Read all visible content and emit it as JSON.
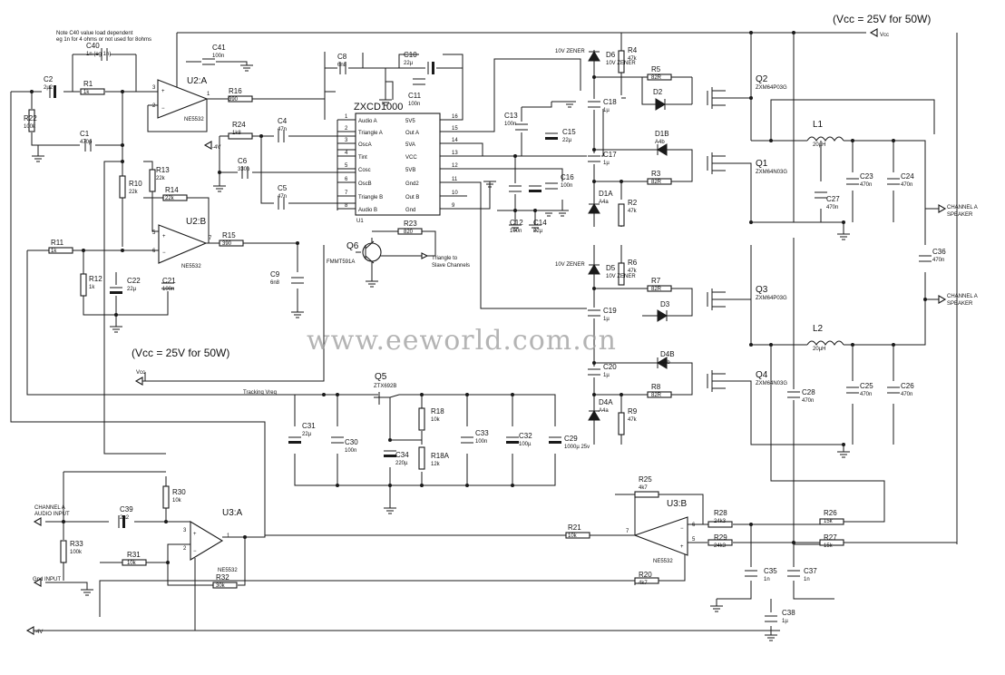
{
  "vcc_note_top": "(Vcc = 25V for 50W)",
  "vcc_note_mid": "(Vcc = 25V for 50W)",
  "note_c40_line1": "Note C40 value load dependent",
  "note_c40_line2": "eg 1n for 4 ohms or not used for 8ohms",
  "watermark": "www.eeworld.com.cn",
  "ic": {
    "name": "ZXCD1000",
    "ref": "U1",
    "left_pins": [
      {
        "num": "1",
        "label": "Audio A"
      },
      {
        "num": "2",
        "label": "Triangle A"
      },
      {
        "num": "3",
        "label": "OscA"
      },
      {
        "num": "4",
        "label": "Tint"
      },
      {
        "num": "5",
        "label": "Cosc"
      },
      {
        "num": "6",
        "label": "OscB"
      },
      {
        "num": "7",
        "label": "Triangle B"
      },
      {
        "num": "8",
        "label": "Audio B"
      }
    ],
    "right_pins": [
      {
        "num": "16",
        "label": "5V5"
      },
      {
        "num": "15",
        "label": "Out A"
      },
      {
        "num": "14",
        "label": "5VA"
      },
      {
        "num": "13",
        "label": "VCC"
      },
      {
        "num": "12",
        "label": "5VB"
      },
      {
        "num": "11",
        "label": "Gnd2"
      },
      {
        "num": "10",
        "label": "Out B"
      },
      {
        "num": "9",
        "label": "Gnd"
      }
    ]
  },
  "opamps": {
    "u2a": {
      "ref": "U2:A",
      "part": "NE5532"
    },
    "u2b": {
      "ref": "U2:B",
      "part": "NE5532"
    },
    "u3a": {
      "ref": "U3:A",
      "part": "NE5532"
    },
    "u3b": {
      "ref": "U3:B",
      "part": "NE5532"
    }
  },
  "components": {
    "C40": {
      "ref": "C40",
      "val": "1n (eg 1n)"
    },
    "C41": {
      "ref": "C41",
      "val": "100n"
    },
    "C2": {
      "ref": "C2",
      "val": "2µ2"
    },
    "R1": {
      "ref": "R1",
      "val": "1k"
    },
    "R22": {
      "ref": "R22",
      "val": "100k"
    },
    "C1": {
      "ref": "C1",
      "val": "470p"
    },
    "R16": {
      "ref": "R16",
      "val": "390"
    },
    "R24": {
      "ref": "R24",
      "val": "1k8"
    },
    "C4": {
      "ref": "C4",
      "val": "47n"
    },
    "C6": {
      "ref": "C6",
      "val": "330p"
    },
    "C5": {
      "ref": "C5",
      "val": "47n"
    },
    "R13": {
      "ref": "R13",
      "val": "22k"
    },
    "R10": {
      "ref": "R10",
      "val": "22k"
    },
    "R14": {
      "ref": "R14",
      "val": "22k"
    },
    "R15": {
      "ref": "R15",
      "val": "390"
    },
    "R11": {
      "ref": "R11",
      "val": "1k"
    },
    "R12": {
      "ref": "R12",
      "val": "1k"
    },
    "C22": {
      "ref": "C22",
      "val": "22µ"
    },
    "C21": {
      "ref": "C21",
      "val": "100n"
    },
    "C9": {
      "ref": "C9",
      "val": "6n8"
    },
    "C8": {
      "ref": "C8",
      "val": "6n8"
    },
    "C10": {
      "ref": "C10",
      "val": "22µ"
    },
    "C11": {
      "ref": "C11",
      "val": "100n"
    },
    "C13": {
      "ref": "C13",
      "val": "100n"
    },
    "C15": {
      "ref": "C15",
      "val": "22µ"
    },
    "C12": {
      "ref": "C12",
      "val": "100n"
    },
    "C14": {
      "ref": "C14",
      "val": "22µ"
    },
    "C16": {
      "ref": "C16",
      "val": "100n"
    },
    "R23": {
      "ref": "R23",
      "val": "820"
    },
    "Q6": {
      "ref": "Q6",
      "val": "FMMT591A"
    },
    "D6": {
      "ref": "D6",
      "val": "10V ZENER"
    },
    "R4": {
      "ref": "R4",
      "val": "47k"
    },
    "R5": {
      "ref": "R5",
      "val": "82R"
    },
    "D2": {
      "ref": "D2",
      "val": ""
    },
    "Q2": {
      "ref": "Q2",
      "val": "ZXM64P03G"
    },
    "C18": {
      "ref": "C18",
      "val": "1µ"
    },
    "D1B": {
      "ref": "D1B",
      "val": "A4b"
    },
    "C17": {
      "ref": "C17",
      "val": "1µ"
    },
    "R3": {
      "ref": "R3",
      "val": "82R"
    },
    "Q1": {
      "ref": "Q1",
      "val": "ZXM64N03G"
    },
    "D1A": {
      "ref": "D1A",
      "val": "A4a"
    },
    "R2": {
      "ref": "R2",
      "val": "47k"
    },
    "L1": {
      "ref": "L1",
      "val": "20µH"
    },
    "C27": {
      "ref": "C27",
      "val": "470n"
    },
    "C23": {
      "ref": "C23",
      "val": "470n"
    },
    "C24": {
      "ref": "C24",
      "val": "470n"
    },
    "C36": {
      "ref": "C36",
      "val": "470n"
    },
    "D5": {
      "ref": "D5",
      "val": "10V ZENER"
    },
    "R6": {
      "ref": "R6",
      "val": "47k"
    },
    "R7": {
      "ref": "R7",
      "val": "82R"
    },
    "D3": {
      "ref": "D3",
      "val": ""
    },
    "Q3": {
      "ref": "Q3",
      "val": "ZXM64P03G"
    },
    "C19": {
      "ref": "C19",
      "val": "1µ"
    },
    "L2": {
      "ref": "L2",
      "val": "20µH"
    },
    "D4B": {
      "ref": "D4B",
      "val": "A4b"
    },
    "C20": {
      "ref": "C20",
      "val": "1µ"
    },
    "R8": {
      "ref": "R8",
      "val": "82R"
    },
    "Q4": {
      "ref": "Q4",
      "val": "ZXM64N03G"
    },
    "D4A": {
      "ref": "D4A",
      "val": "A4a"
    },
    "R9": {
      "ref": "R9",
      "val": "47k"
    },
    "C28": {
      "ref": "C28",
      "val": "470n"
    },
    "C25": {
      "ref": "C25",
      "val": "470n"
    },
    "C26": {
      "ref": "C26",
      "val": "470n"
    },
    "Q5": {
      "ref": "Q5",
      "val": "ZTX692B"
    },
    "R18": {
      "ref": "R18",
      "val": "10k"
    },
    "R18A": {
      "ref": "R18A",
      "val": "12k"
    },
    "C31": {
      "ref": "C31",
      "val": "22µ"
    },
    "C30": {
      "ref": "C30",
      "val": "100n"
    },
    "C34": {
      "ref": "C34",
      "val": "220µ"
    },
    "C33": {
      "ref": "C33",
      "val": "100n"
    },
    "C32": {
      "ref": "C32",
      "val": "100µ"
    },
    "C29": {
      "ref": "C29",
      "val": "1000µ 25v"
    },
    "R30": {
      "ref": "R30",
      "val": "10k"
    },
    "C39": {
      "ref": "C39",
      "val": "2µ2"
    },
    "R33": {
      "ref": "R33",
      "val": "100k"
    },
    "R31": {
      "ref": "R31",
      "val": "10k"
    },
    "R32": {
      "ref": "R32",
      "val": "30k"
    },
    "R21": {
      "ref": "R21",
      "val": "10k"
    },
    "R25": {
      "ref": "R25",
      "val": "4k7"
    },
    "R28": {
      "ref": "R28",
      "val": "24k3"
    },
    "R29": {
      "ref": "R29",
      "val": "24k3"
    },
    "R26": {
      "ref": "R26",
      "val": "15k"
    },
    "R27": {
      "ref": "R27",
      "val": "15k"
    },
    "R20": {
      "ref": "R20",
      "val": "4k7"
    },
    "C35": {
      "ref": "C35",
      "val": "1n"
    },
    "C37": {
      "ref": "C37",
      "val": "1n"
    },
    "C38": {
      "ref": "C38",
      "val": "1µ"
    }
  },
  "nets": {
    "vcc_top": "Vcc",
    "vcc_mid": "Vcc",
    "minus4v_u2": "-4V",
    "minus4v_bottom": "-4V",
    "tracking_vreg": "Tracking Vreg",
    "triangle_slave_l1": "Triangle to",
    "triangle_slave_l2": "Slave Channels",
    "speaker_1_l1": "CHANNEL A",
    "speaker_1_l2": "SPEAKER",
    "speaker_2_l1": "CHANNEL A",
    "speaker_2_l2": "SPEAKER",
    "input_l1": "CHANNEL A",
    "input_l2": "AUDIO INPUT",
    "gnd_input": "Gnd INPUT"
  }
}
